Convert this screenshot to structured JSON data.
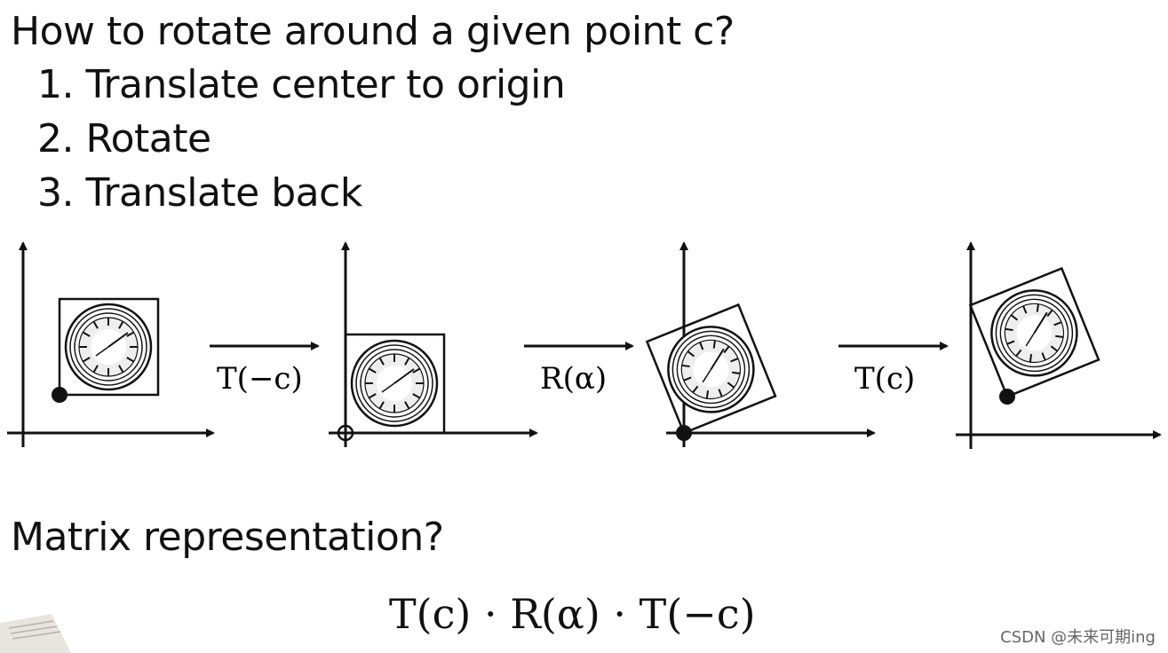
{
  "title": "How to rotate around a given point c?",
  "steps": [
    "1. Translate center to origin",
    "2. Rotate",
    "3. Translate back"
  ],
  "operators": [
    {
      "bold": "T",
      "rest": "(−c)",
      "bold2": "c",
      "label": "T(−c)"
    },
    {
      "label": "R(α)"
    },
    {
      "label": "T(c)"
    }
  ],
  "question": "Matrix representation?",
  "formula": "T(c) · R(α) · T(−c)",
  "watermark": "CSDN @未来可期ing",
  "diagram": {
    "panels": 4,
    "rotation_degrees": -22,
    "icons": [
      "axes-icon",
      "clock-icon",
      "arrow-right-icon"
    ]
  }
}
